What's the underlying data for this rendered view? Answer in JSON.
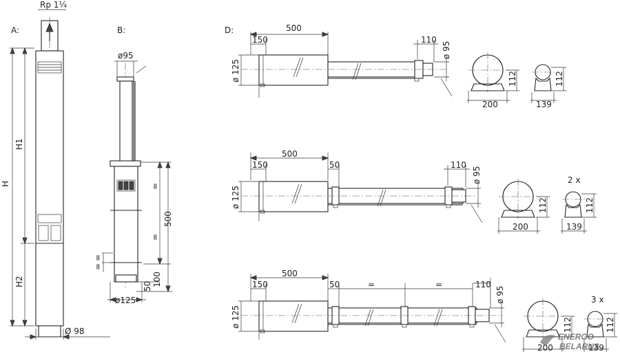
{
  "labels": {
    "section_a": "A:",
    "section_b": "B:",
    "section_d": "D:",
    "rp": "Rp 1¼",
    "h": "H",
    "h1": "H1",
    "h2": "H2",
    "dia98": "Ø 98",
    "dia95_b": "ø95",
    "dia125_b": "ø125",
    "dim500_b": "500",
    "dim50_b": "50",
    "dim100_b": "100",
    "eq": "=",
    "d500": "500",
    "d150": "150",
    "d110": "110",
    "d50": "50",
    "dia125": "ø 125",
    "dia95": "ø 95",
    "d200": "200",
    "d139": "139",
    "d112": "112",
    "mult2": "2 x",
    "mult3": "3 x"
  },
  "logo": {
    "line1": "ENERGO",
    "line2": "BELARUS"
  }
}
